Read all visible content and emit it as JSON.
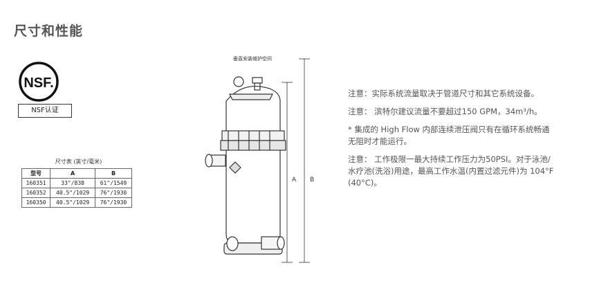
{
  "page_title": "尺寸和性能",
  "nsf": {
    "logo_text": "NSF.",
    "cert_label": "NSF认证"
  },
  "dimension_table": {
    "caption": "尺寸表 (英寸/毫米)",
    "headers": [
      "型号",
      "A",
      "B"
    ],
    "rows": [
      [
        "160351",
        "33\"/838",
        "61\"/1549"
      ],
      [
        "160352",
        "40.5\"/1029",
        "76\"/1930"
      ],
      [
        "160350",
        "40.5\"/1029",
        "76\"/1930"
      ]
    ]
  },
  "diagram": {
    "space_label": "垂直安装维护空间",
    "label_a": "A",
    "label_b": "B"
  },
  "notes": [
    "注意：实际系统流量取决于管道尺寸和其它系统设备。",
    "注意： 滨特尔建议流量不要超过150 GPM，34m³/h。",
    "* 集成的 High Flow 内部连续泄压阀只有在循环系统畅通无阻时才能运行。",
    "注意： 工作极限一最大持续工作压力为50PSI。对于泳池/水疗池(洗浴)用途，最高工作水温(内置过滤元件)为 104°F (40°C)。"
  ]
}
